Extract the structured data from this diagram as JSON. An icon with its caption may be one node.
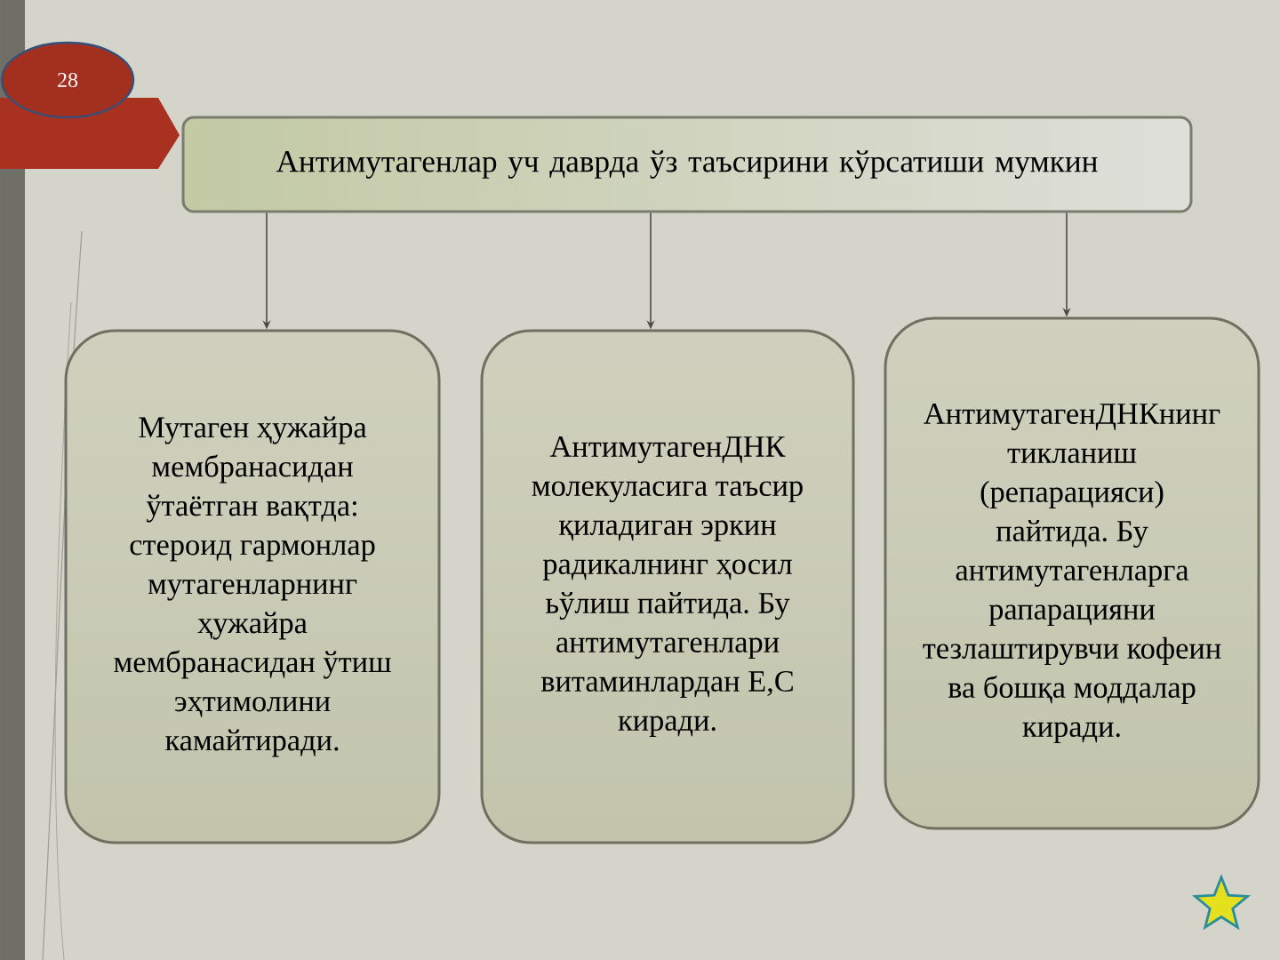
{
  "diagram": {
    "nodes": [
      {
        "text": [
          "28"
        ]
      },
      {
        "text": [
          "Антимутагенлар уч даврда ўз таъсирини кўрсатиши мумкин"
        ]
      },
      {
        "text": [
          "Мутаген ҳужайра мембранасидан ўтаётган вақтда: стероид гармонлар мутагенларнинг ҳужайра мембранасидан ўтиш эҳтимолини камайтиради."
        ]
      },
      {
        "text": [
          "АнтимутагенДНК молекуласига таъсир қиладиган эркин радикалнинг ҳосил ьўлиш пайтида. Бу антимутагенлари витаминлардан Е,С киради."
        ]
      },
      {
        "text": [
          "АнтимутагенДНКнинг тикланиш (репарацияси) пайтида. Бу антимутагенларга рапарацияни тезлаштирувчи кофеин ва бошқа моддалар киради."
        ]
      }
    ],
    "edges": [
      {
        "from": 1,
        "to": 2,
        "arrow": "to"
      },
      {
        "from": 1,
        "to": 3,
        "arrow": "to"
      },
      {
        "from": 1,
        "to": 4,
        "arrow": "to"
      }
    ]
  }
}
